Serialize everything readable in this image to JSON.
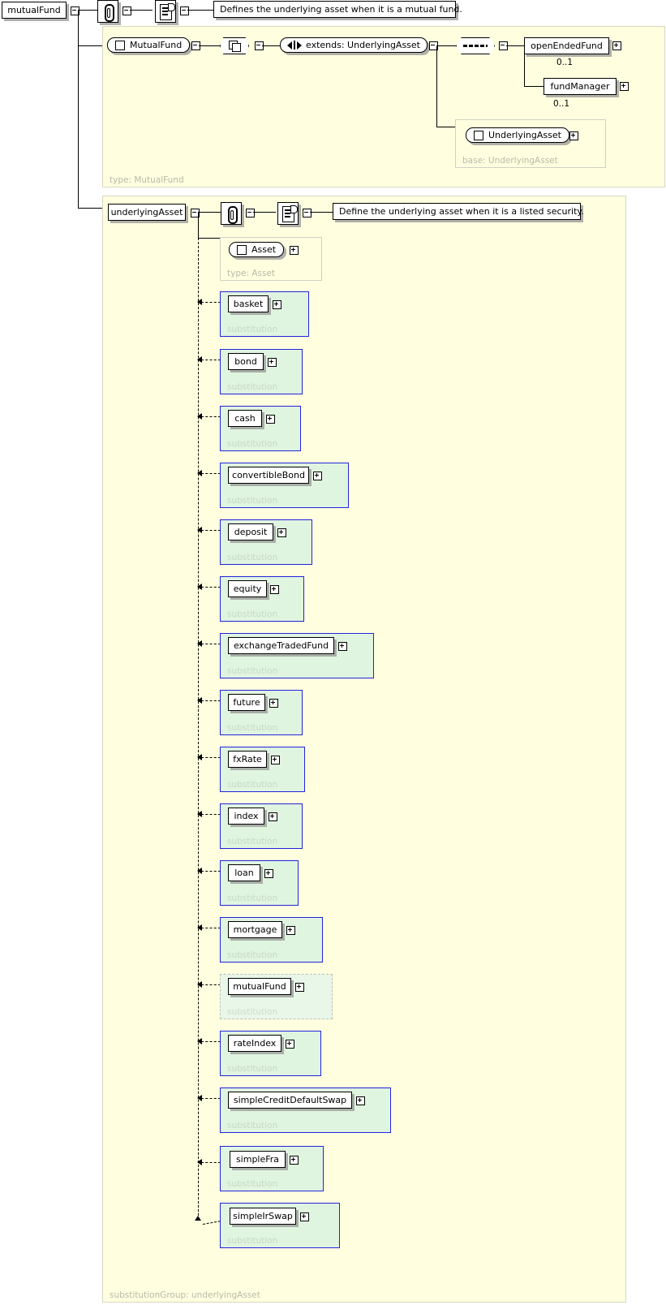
{
  "diagram": {
    "type": "xml-schema-element-diagram",
    "root_element": {
      "name": "mutualFund",
      "annotation_icon": "annotation-paperclip-icon",
      "documentation_icon": "documentation-scroll-icon",
      "documentation": "Defines the underlying asset when it is a mutual fund."
    },
    "type_panel": {
      "footer_label": "type: MutualFund",
      "type_name": "MutualFund",
      "model_group_icon": "sequence-group-icon",
      "extends_label": "extends: UnderlyingAsset",
      "extends_icon": "extension-arrows-icon",
      "sequence_icon": "sequence-connector-icon",
      "children": [
        {
          "name": "openEndedFund",
          "occurrence": "0..1",
          "expand": "plus-toggle"
        },
        {
          "name": "fundManager",
          "occurrence": "0..1",
          "expand": "plus-toggle"
        }
      ],
      "base_panel": {
        "name": "UnderlyingAsset",
        "footer_label": "base: UnderlyingAsset"
      }
    },
    "substitution_group_panel": {
      "head_element": "underlyingAsset",
      "annotation_icon": "annotation-paperclip-icon",
      "documentation_icon": "documentation-scroll-icon",
      "documentation": "Define the underlying asset when it is a listed security.",
      "footer_label": "substitutionGroup: underlyingAsset",
      "type_box": {
        "name": "Asset",
        "footer_label": "type: Asset"
      },
      "substitution_label": "substitution",
      "members": [
        {
          "name": "basket",
          "current": false
        },
        {
          "name": "bond",
          "current": false
        },
        {
          "name": "cash",
          "current": false
        },
        {
          "name": "convertibleBond",
          "current": false
        },
        {
          "name": "deposit",
          "current": false
        },
        {
          "name": "equity",
          "current": false
        },
        {
          "name": "exchangeTradedFund",
          "current": false
        },
        {
          "name": "future",
          "current": false
        },
        {
          "name": "fxRate",
          "current": false
        },
        {
          "name": "index",
          "current": false
        },
        {
          "name": "loan",
          "current": false
        },
        {
          "name": "mortgage",
          "current": false
        },
        {
          "name": "mutualFund",
          "current": true
        },
        {
          "name": "rateIndex",
          "current": false
        },
        {
          "name": "simpleCreditDefaultSwap",
          "current": false
        },
        {
          "name": "simpleFra",
          "current": false
        },
        {
          "name": "simpleIrSwap",
          "current": false
        }
      ]
    },
    "colors": {
      "panel_background": "#ffffe0",
      "substitution_background": "#e0f5e0",
      "substitution_border": "#2222dd",
      "muted_text": "#b9b9a8",
      "node_background": "#ffffff",
      "line": "#000000"
    }
  }
}
